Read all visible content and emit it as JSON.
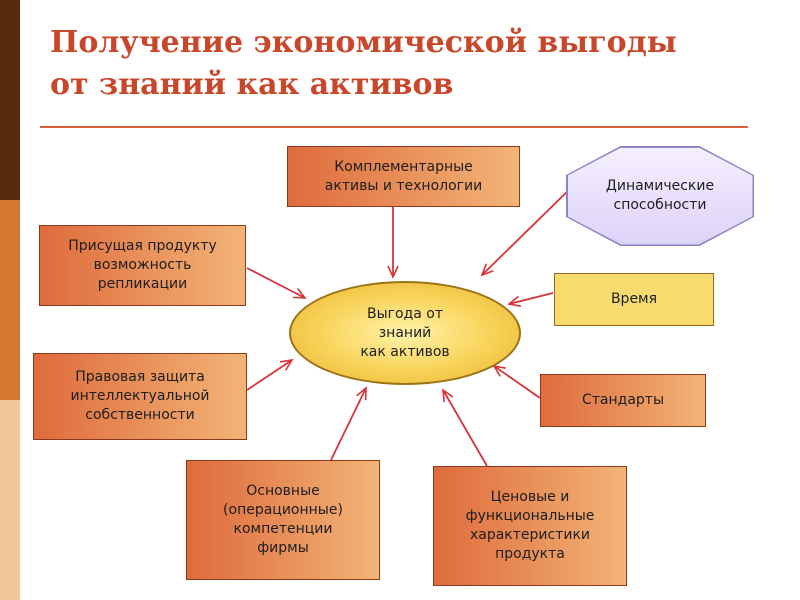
{
  "title": "Получение экономической выгоды\nот знаний как активов",
  "center": "Выгода от\nзнаний\nкак активов",
  "boxes": {
    "complementary": "Комплементарные\nактивы и технологии",
    "dynamic": "Динамические\nспособности",
    "replication": "Присущая продукту\nвозможность\nрепликации",
    "time": "Время",
    "legal": "Правовая защита\nинтеллектуальной\nсобственности",
    "standards": "Стандарты",
    "core": "Основные\n(операционные)\nкомпетенции\nфирмы",
    "price": "Ценовые и\nфункциональные\nхарактеристики\nпродукта"
  },
  "colors": {
    "title": "#c8472a",
    "arrow": "#d8323a",
    "stripe_dark": "#5a2a0c",
    "stripe_mid": "#d4782e",
    "stripe_light": "#f3c79b"
  }
}
